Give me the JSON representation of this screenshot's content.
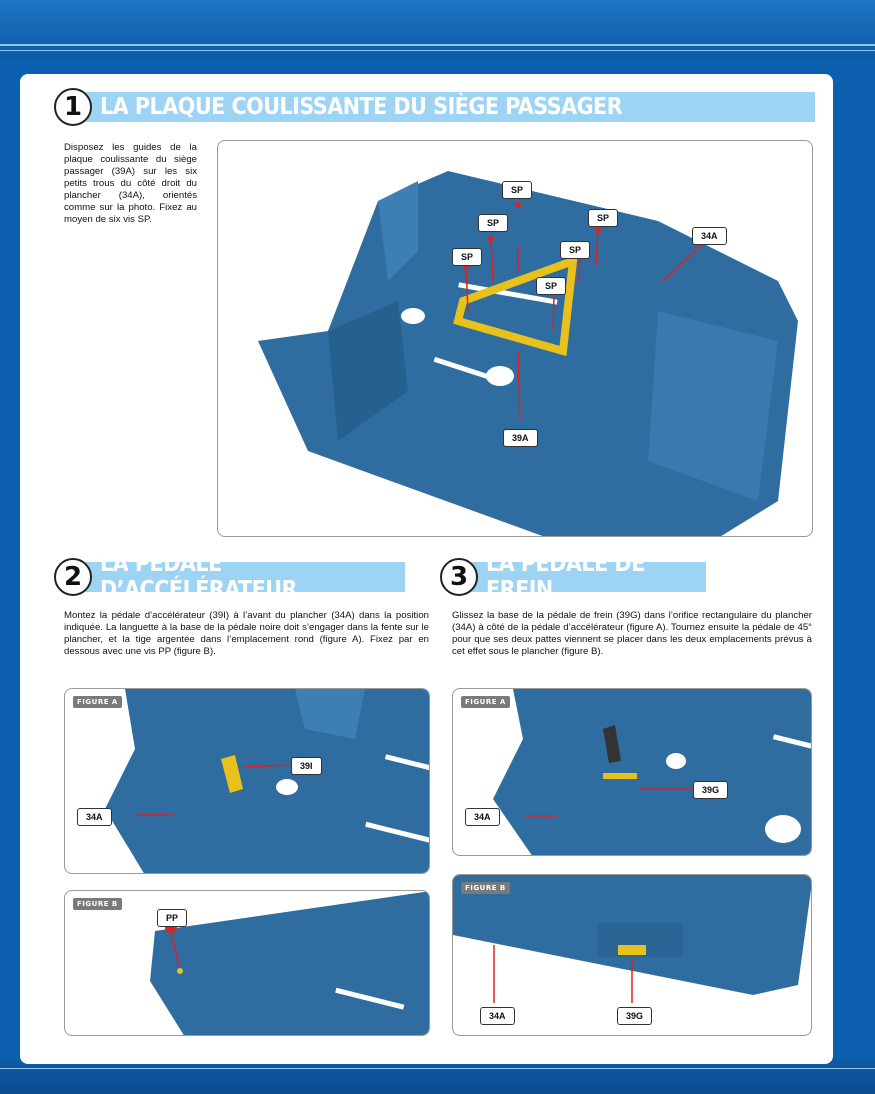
{
  "sections": [
    {
      "number": "1",
      "title": "LA PLAQUE COULISSANTE DU SIÈGE PASSAGER",
      "text": "Disposez les guides de la plaque coulissante du siège passager (39A) sur les six petits trous du côté droit du plancher (34A), orientés comme sur la photo. Fixez au moyen de six vis SP."
    },
    {
      "number": "2",
      "title": "LA PÉDALE D’ACCÉLÉRATEUR",
      "text": "Montez la pédale d’accélérateur (39I) à l’avant du plancher (34A) dans la position indiquée. La languette à la base de la pédale noire doit s’engager dans la fente sur le plancher, et la tige argentée dans l’emplacement rond (figure A). Fixez par en dessous avec une vis PP (figure B)."
    },
    {
      "number": "3",
      "title": "LA PÉDALE DE FREIN",
      "text": "Glissez la base de la pédale de frein (39G) dans l’orifice rectangulaire du plancher (34A) à côté de la pédale d’accélérateur (figure A). Tournez ensuite la pédale de 45° pour que ses deux pattes viennent se placer dans les deux emplacements prévus à cet effet sous le plancher (figure B)."
    }
  ],
  "labels": {
    "sp": "SP",
    "a34": "34A",
    "a39": "39A",
    "i39": "39I",
    "g39": "39G",
    "pp": "PP",
    "figure_a": "FIGURE A",
    "figure_b": "FIGURE B"
  },
  "colors": {
    "floor": "#2f6da0",
    "part": "#e8c21a",
    "band": "#9dd4f4",
    "background": "#0b5fae"
  }
}
